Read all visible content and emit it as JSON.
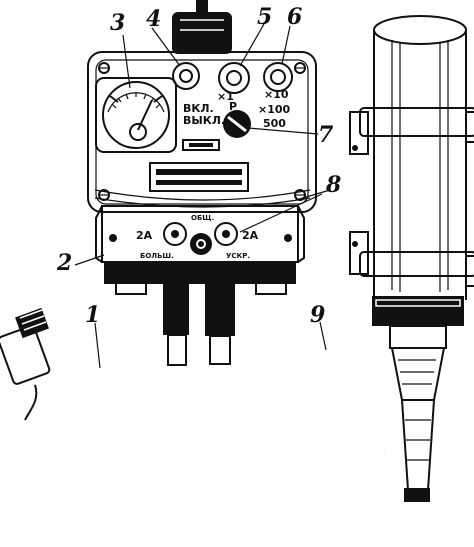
{
  "colors": {
    "ink": "#111111",
    "paper": "#ffffff"
  },
  "callouts": {
    "c1": "1",
    "c2": "2",
    "c3": "3",
    "c4": "4",
    "c5": "5",
    "c6": "6",
    "c7": "7",
    "c8": "8",
    "c9": "9"
  },
  "panel": {
    "switch_on": "ВКЛ.",
    "switch_off": "ВЫКЛ.",
    "range_x1": "×1",
    "range_x10": "×10",
    "range_x100": "×100",
    "range_500": "500",
    "range_p": "Р"
  },
  "fuse_block": {
    "fuse_left": "2А",
    "fuse_right": "2А",
    "label_top": "ОБЩ.",
    "label_left": "БОЛЬШ.",
    "label_right": "УСКР."
  }
}
